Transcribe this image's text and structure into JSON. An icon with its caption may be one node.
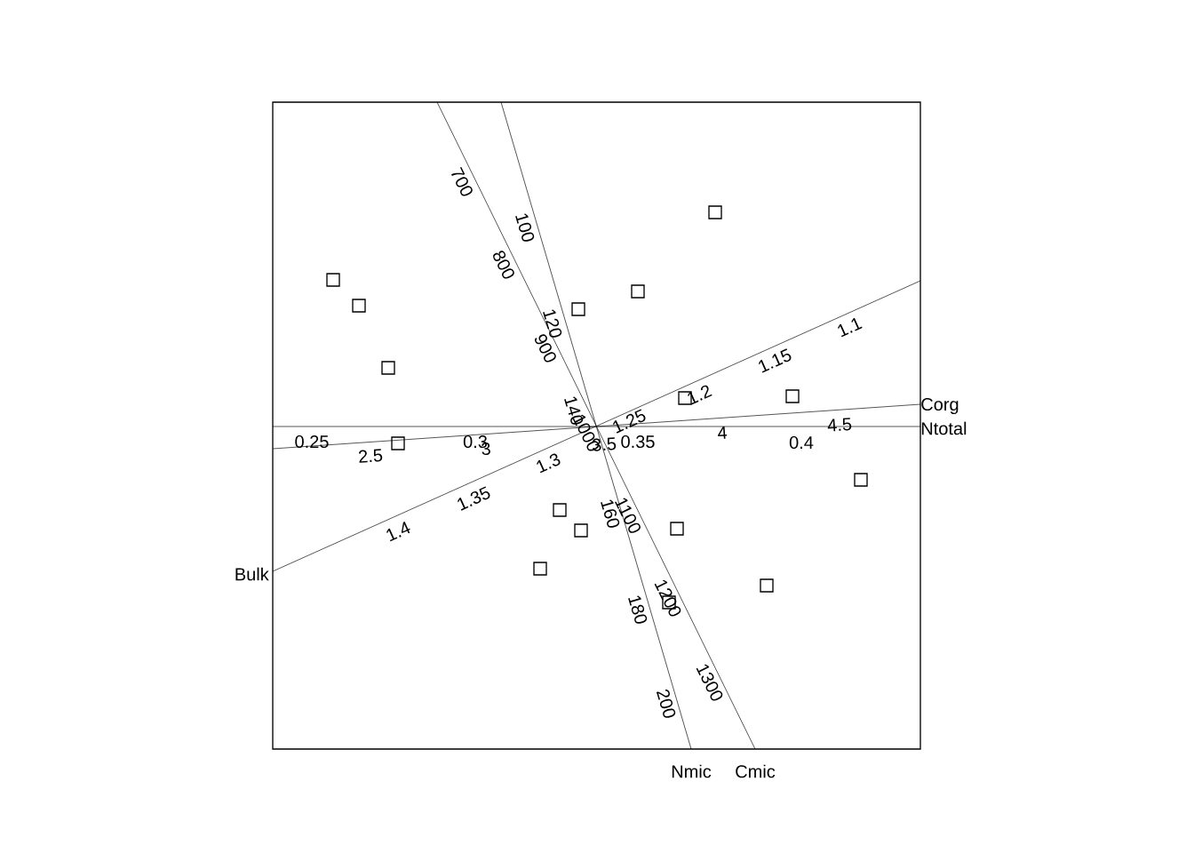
{
  "diagram": {
    "labels": [
      "700",
      "800",
      "900",
      "1000",
      "1100",
      "1200",
      "1300",
      "100",
      "120",
      "140",
      "160",
      "180",
      "200",
      "1.1",
      "1.15",
      "1.2",
      "1.25",
      "1.3",
      "1.35",
      "1.4",
      "2.5",
      "3",
      "3.5",
      "4",
      "4.5",
      "0.25",
      "0.3",
      "0.35",
      "0.4",
      "Nmic",
      "Cmic",
      "Bulk",
      "Corg",
      "Ntotal"
    ]
  }
}
